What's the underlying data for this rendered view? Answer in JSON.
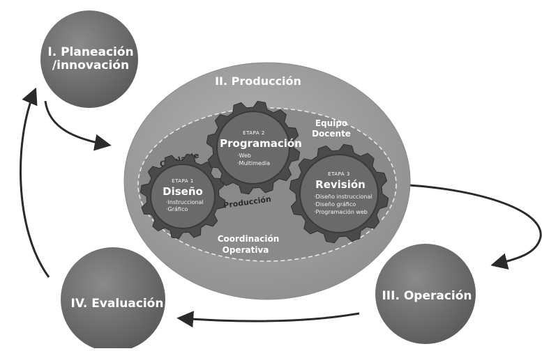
{
  "phases": {
    "planning": {
      "label_line1": "I. Planeación",
      "label_line2": "/innovación"
    },
    "production": {
      "label": "II. Producción"
    },
    "operation": {
      "label": "III. Operación"
    },
    "evaluation": {
      "label": "IV. Evaluación"
    }
  },
  "production_labels": {
    "team": {
      "line1": "Equipo",
      "line2": "Docente"
    },
    "cell_left": "Célula de",
    "cell_bottom": "Producción",
    "coordination": {
      "line1": "Coordinación",
      "line2": "Operativa"
    }
  },
  "gears": {
    "design": {
      "stage": "ETAPA 1",
      "title": "Diseño",
      "items": [
        "·Instruccional",
        "·Gráfico"
      ]
    },
    "programming": {
      "stage": "ETAPA 2",
      "title": "Programación",
      "items": [
        "·Web",
        "·Multimedia"
      ]
    },
    "review": {
      "stage": "ETAPA 3",
      "title": "Revisión",
      "items": [
        "·Diseño instruccional",
        "·Diseño gráfico",
        "·Programación web"
      ]
    }
  },
  "colors": {
    "phase_circle": "#6e6e6e",
    "production_outer": "#a9a9a9",
    "production_inner": "#858585",
    "gear": "#4a4a4a",
    "gear_face": "#6a6a6a",
    "arrow": "#2a2a2a"
  }
}
